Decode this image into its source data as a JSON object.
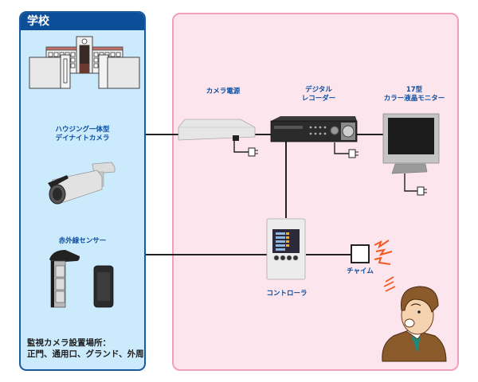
{
  "school": {
    "title": "学校",
    "camera_label": [
      "ハウジング一体型",
      "デイナイトカメラ"
    ],
    "sensor_label": "赤外線センサー",
    "location_title": "監視カメラ設置場所：",
    "location_list": "正門、通用口、グランド、外周"
  },
  "system": {
    "camera_power": "カメラ電源",
    "recorder_label": [
      "デジタル",
      "レコーダー"
    ],
    "monitor_label": [
      "17型",
      "カラー液晶モニター"
    ],
    "controller": "コントローラ",
    "chime": "チャイム"
  },
  "colors": {
    "school_bg": "#cbeafc",
    "school_header": "#0c4f98",
    "system_bg": "#fde5ee",
    "system_border": "#f19ebf",
    "label_blue": "#0b4ea0",
    "alert_orange": "#f05a22"
  }
}
